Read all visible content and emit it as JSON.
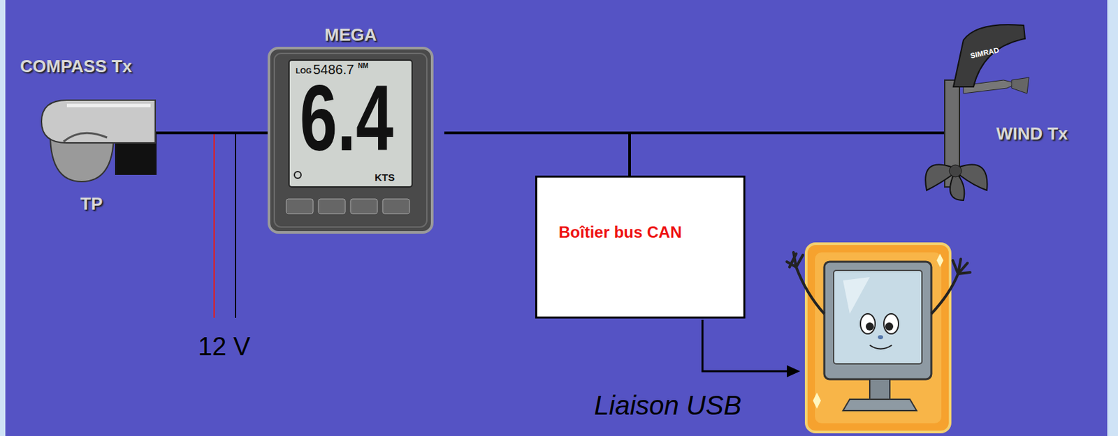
{
  "diagram": {
    "nodes": [
      {
        "text": [
          "COMPASS Tx",
          "TP"
        ]
      },
      {
        "text": [
          "MEGA",
          "LOG",
          "5486.7",
          "NM",
          "6.4",
          "KTS"
        ]
      },
      {
        "text": [
          "Boîtier bus CAN"
        ]
      },
      {
        "text": [
          "SIMRAD",
          "WIND Tx"
        ]
      }
    ],
    "edges": [
      {
        "from": 0,
        "to": 1,
        "arrow": "none"
      },
      {
        "from": 1,
        "to": 3,
        "arrow": "none"
      },
      {
        "from": 2,
        "to": 1,
        "arrow": "none"
      }
    ],
    "labels": [
      "12 V",
      "Liaison USB"
    ]
  }
}
